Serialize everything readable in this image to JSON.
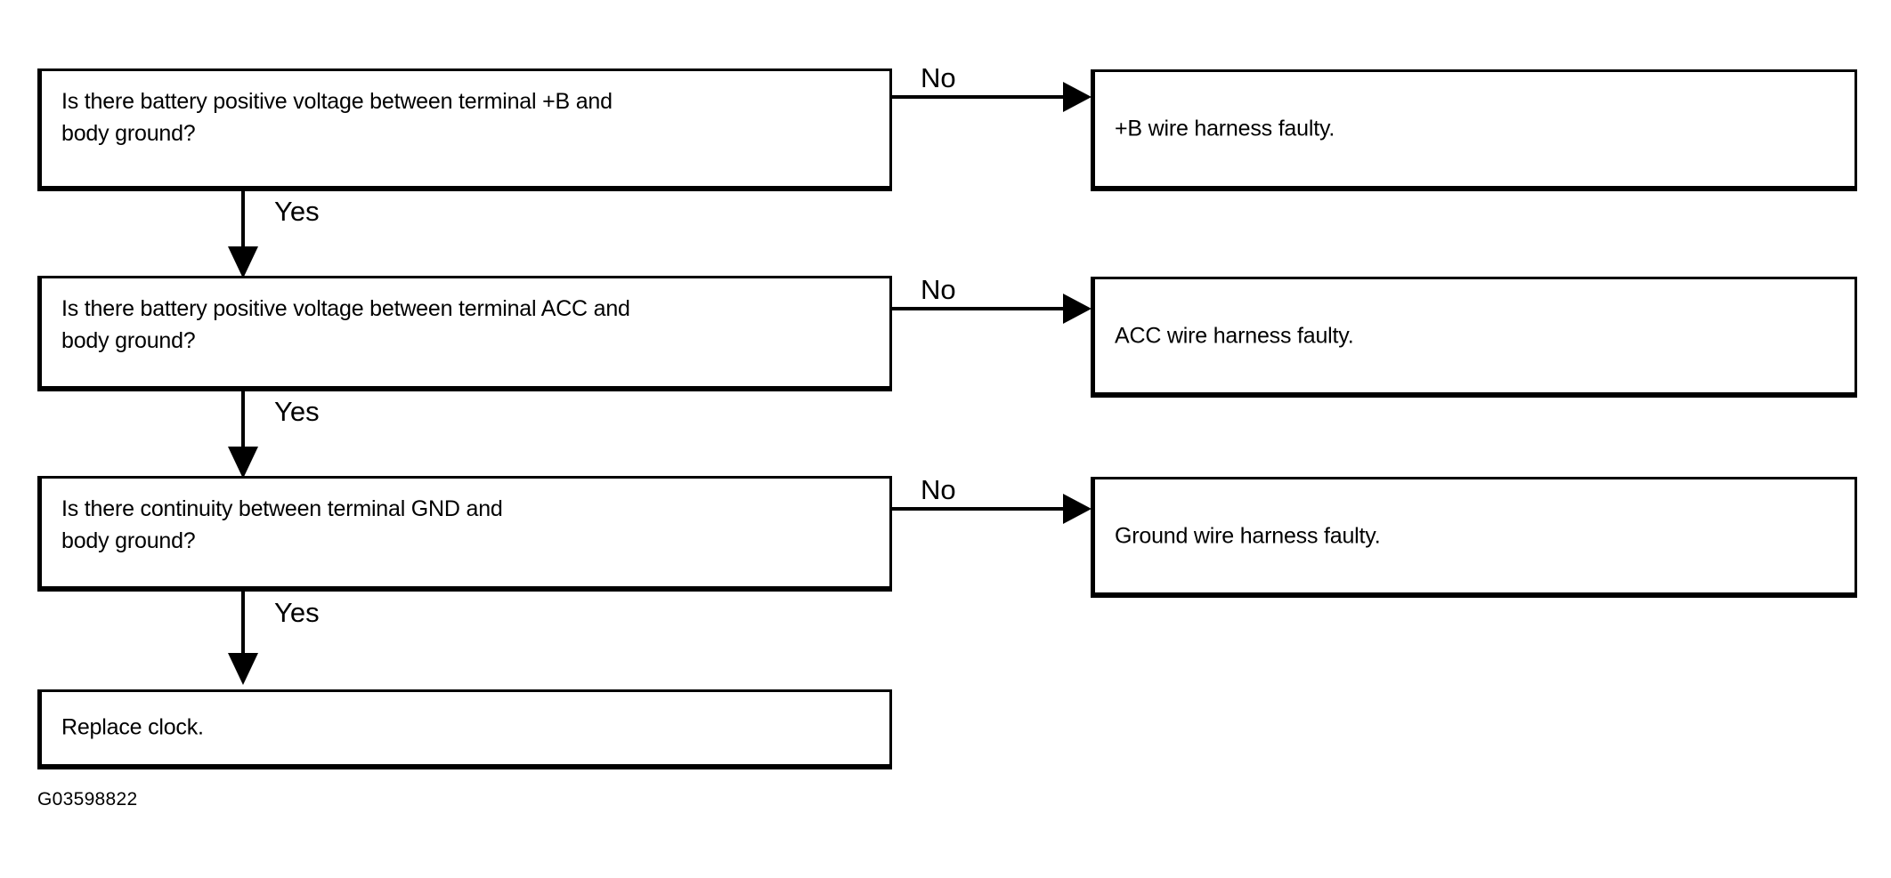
{
  "diagram": {
    "type": "troubleshooting-flowchart",
    "figure_code": "G03598822",
    "steps": [
      {
        "id": "step-1",
        "question": "Is there battery positive voltage between terminal +B and\nbody ground?",
        "no_label": "No",
        "no_result": "+B wire harness faulty.",
        "yes_label": "Yes"
      },
      {
        "id": "step-2",
        "question": "Is there battery positive voltage between terminal ACC and\nbody ground?",
        "no_label": "No",
        "no_result": "ACC wire harness faulty.",
        "yes_label": "Yes"
      },
      {
        "id": "step-3",
        "question": "Is there continuity between terminal GND and\nbody ground?",
        "no_label": "No",
        "no_result": "Ground wire harness faulty.",
        "yes_label": "Yes"
      }
    ],
    "final_action": "Replace clock.",
    "colors": {
      "ink": "#000000",
      "paper": "#ffffff"
    }
  }
}
